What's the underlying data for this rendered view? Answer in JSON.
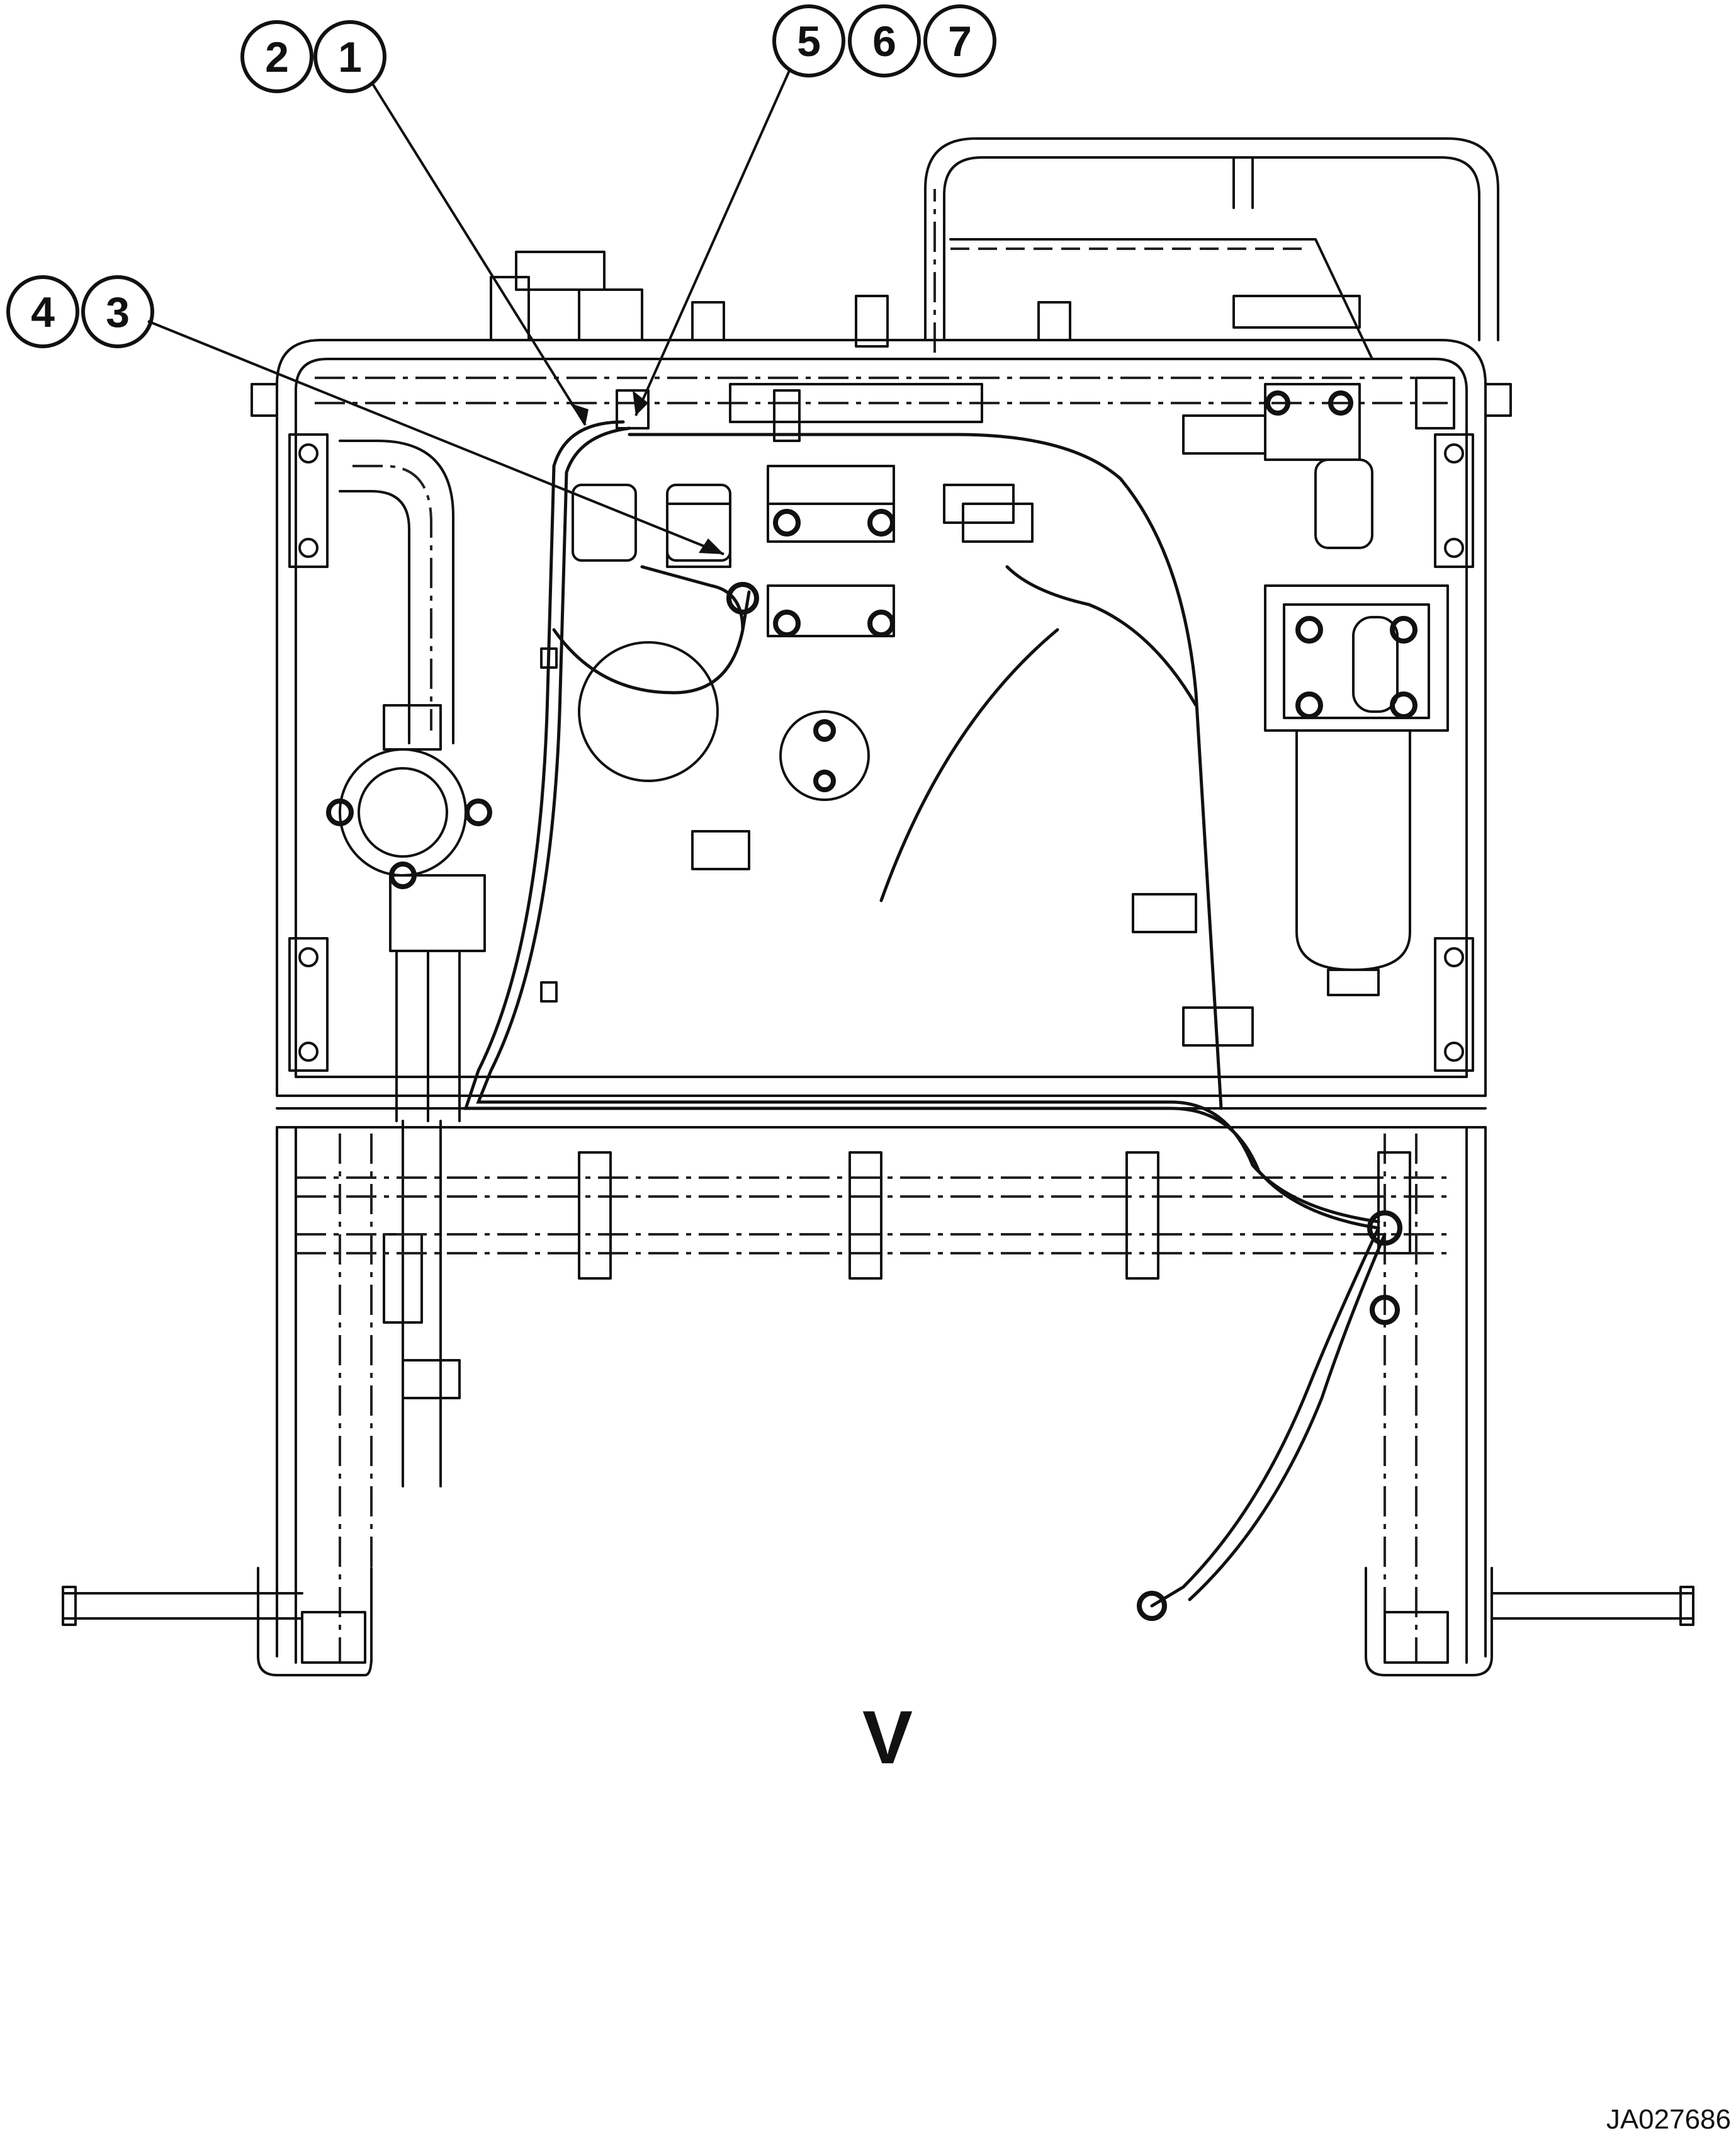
{
  "callouts": [
    {
      "id": "c2",
      "label": "2"
    },
    {
      "id": "c1",
      "label": "1"
    },
    {
      "id": "c5",
      "label": "5"
    },
    {
      "id": "c6",
      "label": "6"
    },
    {
      "id": "c7",
      "label": "7"
    },
    {
      "id": "c4",
      "label": "4"
    },
    {
      "id": "c3",
      "label": "3"
    }
  ],
  "view_label": "V",
  "reference_code": "JA027686"
}
